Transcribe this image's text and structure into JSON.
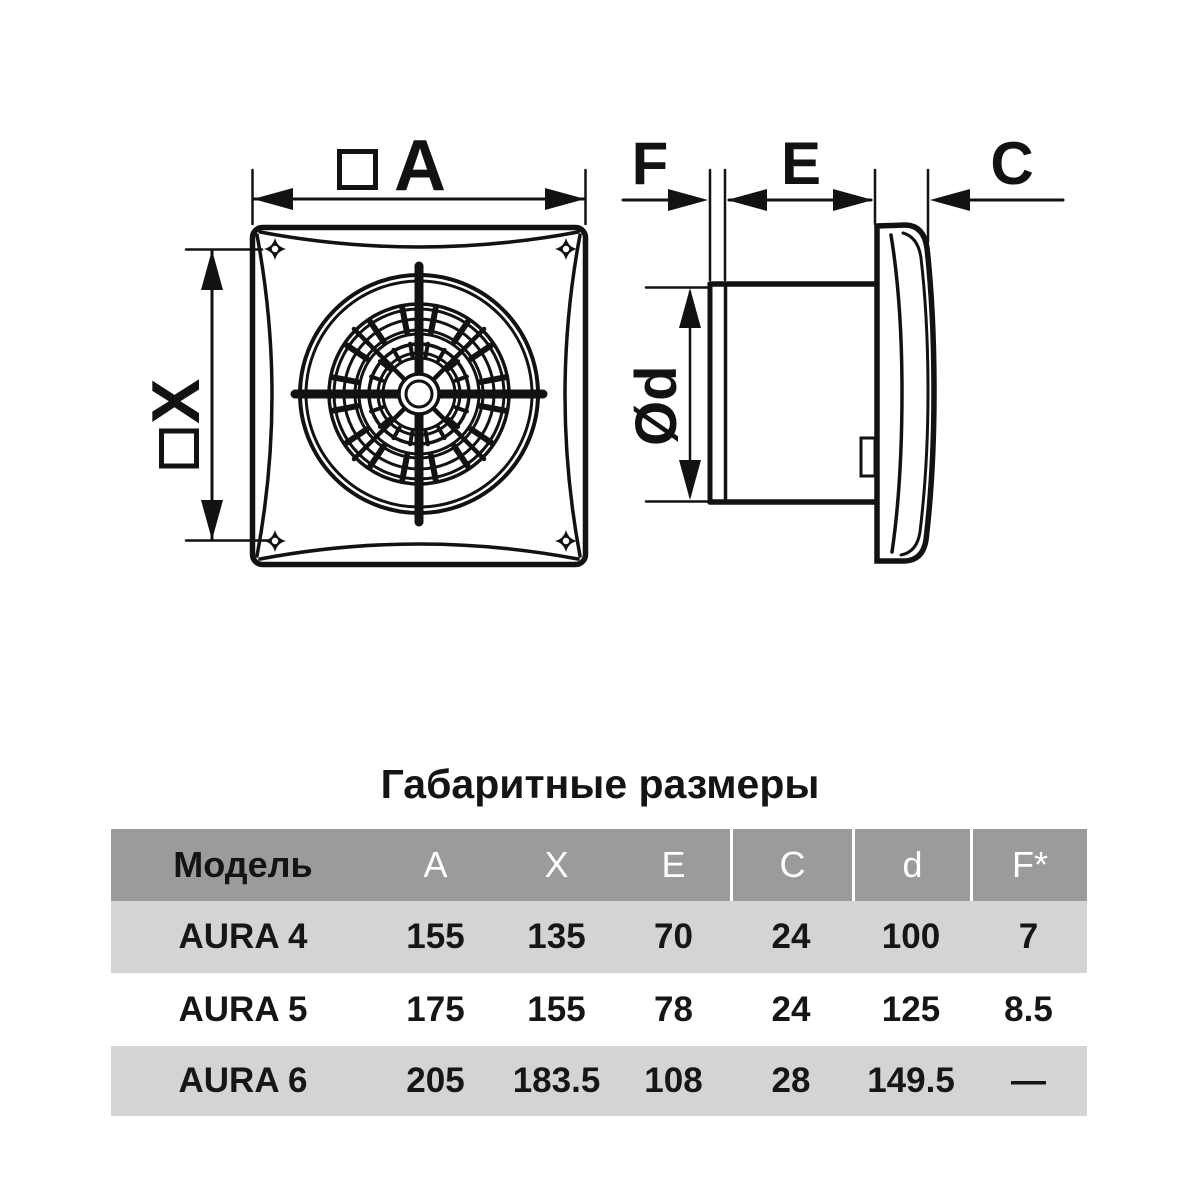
{
  "diagram": {
    "front_view_labels": {
      "width_prefix": "□",
      "width": "A",
      "height_prefix": "□",
      "height": "X"
    },
    "side_view_labels": {
      "flange": "F",
      "depth": "E",
      "cover": "C",
      "diameter": "Ød"
    },
    "line_color": "#121212"
  },
  "table": {
    "title": "Габаритные размеры",
    "columns": [
      "Модель",
      "A",
      "X",
      "E",
      "C",
      "d",
      "F*"
    ],
    "rows": [
      {
        "model": "AURA 4",
        "values": [
          "155",
          "135",
          "70",
          "24",
          "100",
          "7"
        ]
      },
      {
        "model": "AURA 5",
        "values": [
          "175",
          "155",
          "78",
          "24",
          "125",
          "8.5"
        ]
      },
      {
        "model": "AURA 6",
        "values": [
          "205",
          "183.5",
          "108",
          "28",
          "149.5",
          "—"
        ]
      }
    ],
    "colors": {
      "header_bg": "#9b9b9b",
      "header_text": "#ffffff",
      "row_alt_bg": "#d4d4d4",
      "row_bg": "#ffffff",
      "text": "#161616"
    }
  }
}
